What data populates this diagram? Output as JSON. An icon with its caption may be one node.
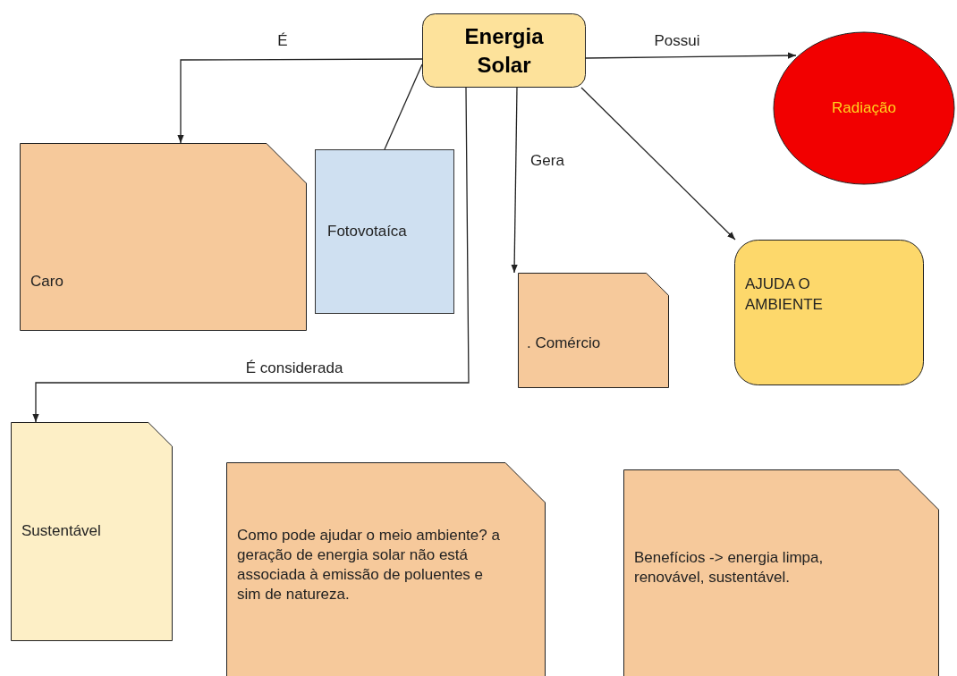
{
  "diagram": {
    "nodes": [
      {
        "text": [
          "Energia Solar"
        ]
      },
      {
        "text": [
          "Caro"
        ]
      },
      {
        "text": [
          "Fotovotaíca"
        ]
      },
      {
        "text": [
          "Radiação"
        ]
      },
      {
        "text": [
          ". Comércio"
        ]
      },
      {
        "text": [
          "AJUDA O AMBIENTE"
        ]
      },
      {
        "text": [
          "Sustentável"
        ]
      },
      {
        "text": [
          "Como pode ajudar o meio ambiente? a geração de energia solar não está associada à emissão de poluentes e sim de natureza."
        ]
      },
      {
        "text": [
          "Benefícios -> energia limpa, renovável, sustentável."
        ]
      }
    ],
    "edges": [
      {
        "from": 0,
        "to": 1,
        "arrow": "to",
        "label": "É"
      },
      {
        "from": 0,
        "to": 2,
        "arrow": "none"
      },
      {
        "from": 0,
        "to": 3,
        "arrow": "to",
        "label": "Possui"
      },
      {
        "from": 0,
        "to": 4,
        "arrow": "to",
        "label": "Gera"
      },
      {
        "from": 0,
        "to": 5,
        "arrow": "to"
      },
      {
        "from": 0,
        "to": 6,
        "arrow": "to",
        "label": "É considerada"
      }
    ]
  }
}
